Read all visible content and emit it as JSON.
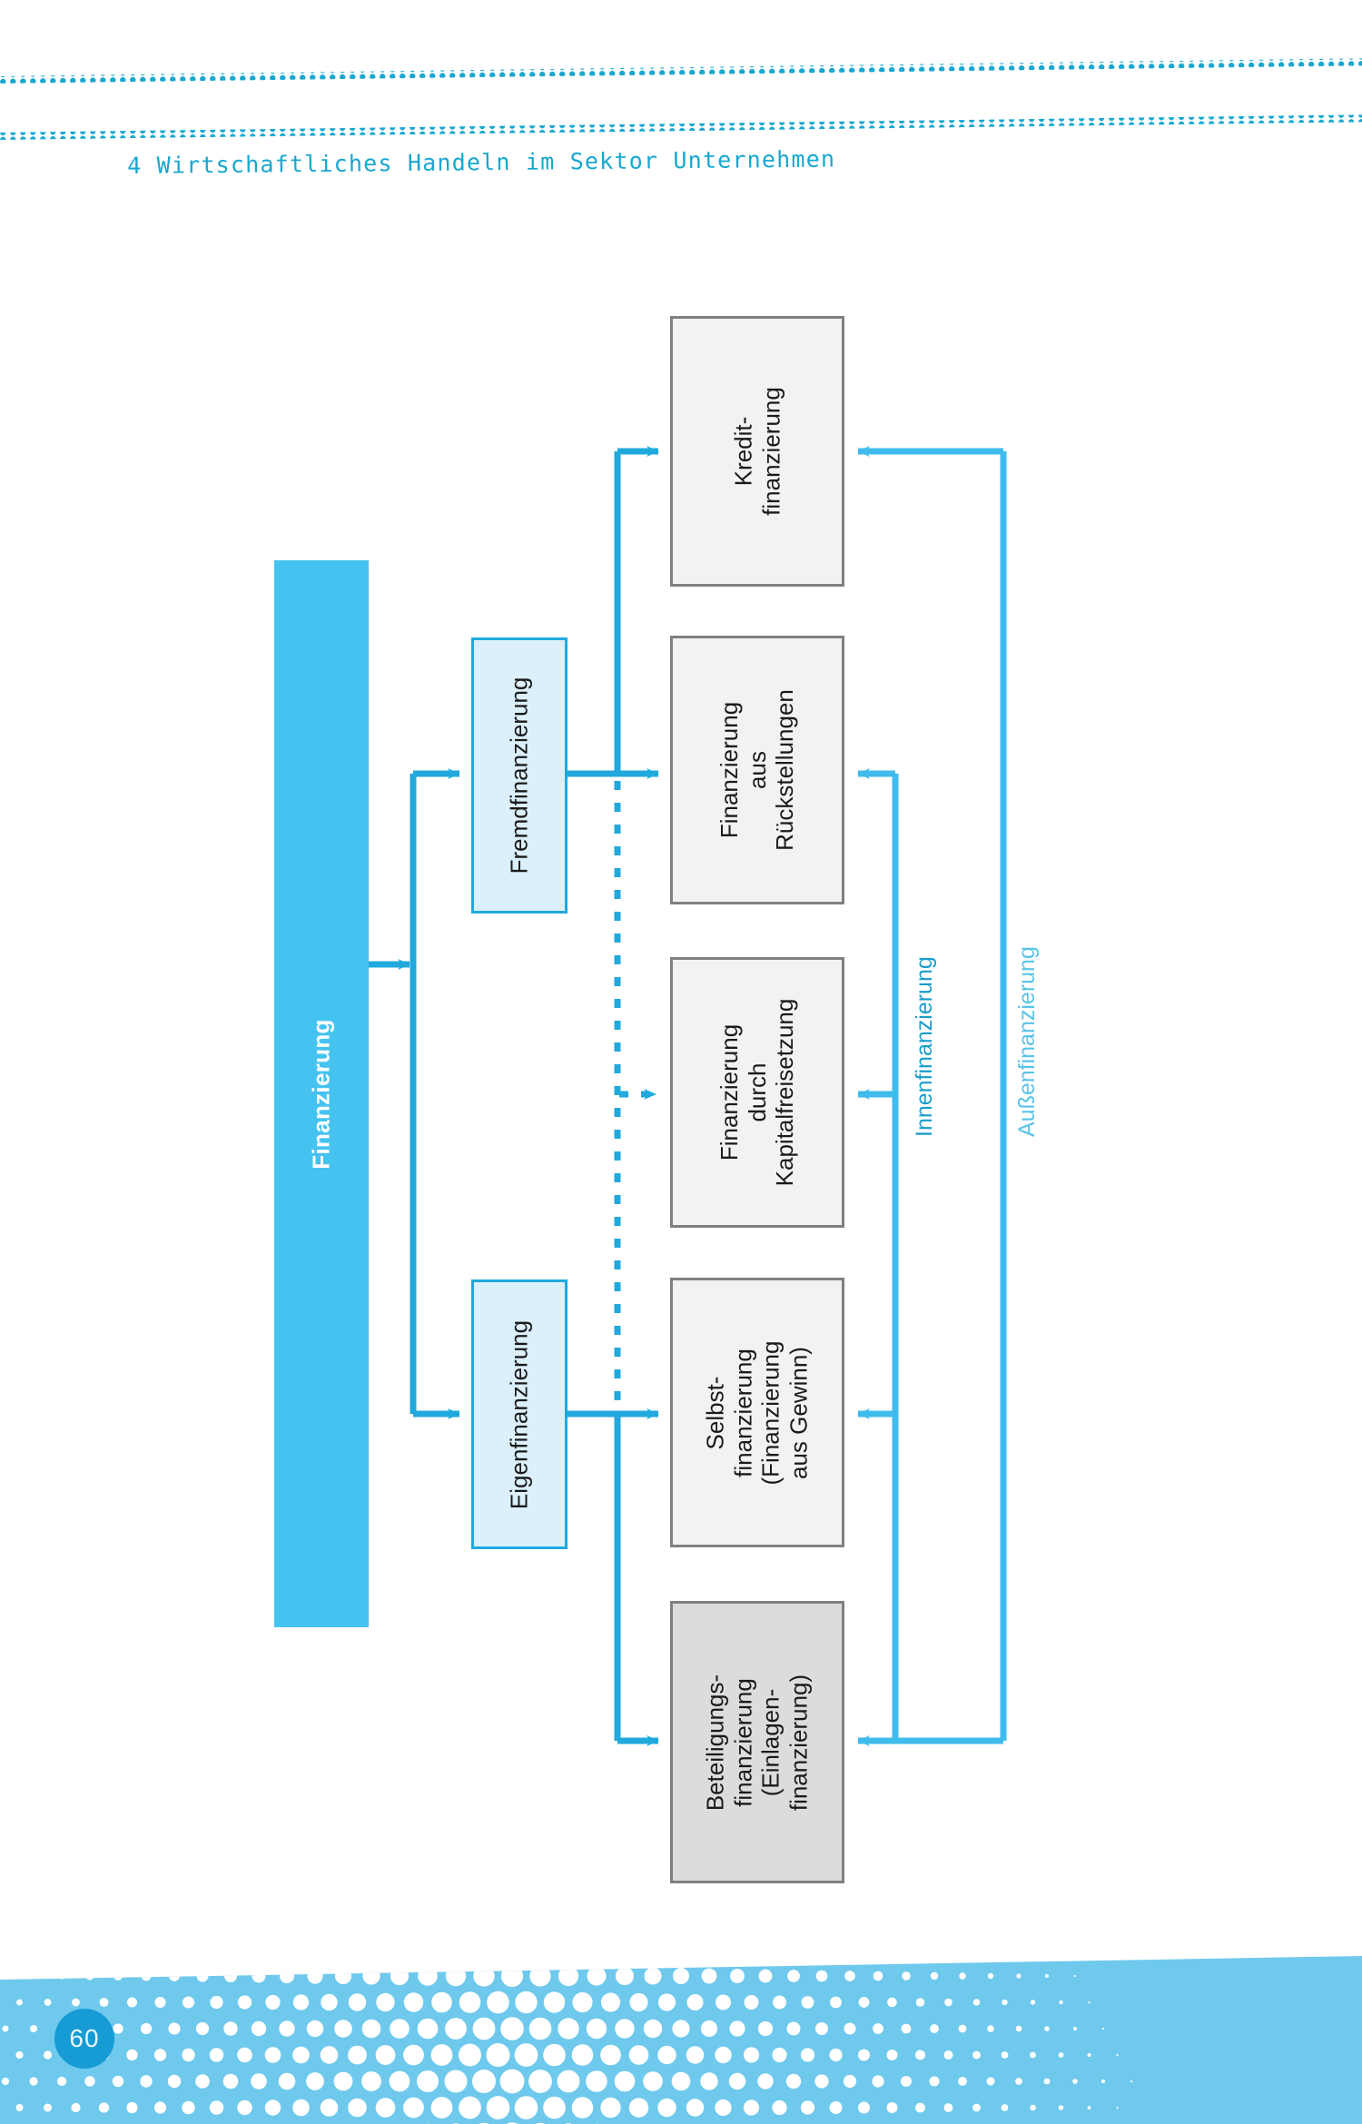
{
  "header": {
    "chapter_title": "4 Wirtschaftliches Handeln im Sektor Unternehmen",
    "rule_color": "#18A7CF"
  },
  "colors": {
    "primary_blue": "#45C3F0",
    "line_blue": "#21A9DD",
    "innen_label": "#1B9CC8",
    "aussen_label": "#5BC3E8",
    "box_gray_fill": "#F2F2F2",
    "box_gray_fill_dark": "#DCDCDC",
    "box_gray_border": "#808080",
    "mid_box_fill": "#DCF0FB",
    "page_circle": "#169BD5",
    "footer_band": "#6FC9EC"
  },
  "diagram": {
    "root": {
      "label": "Finanzierung"
    },
    "branches": [
      {
        "id": "fremd",
        "label": "Fremdfinanzierung"
      },
      {
        "id": "eigen",
        "label": "Eigenfinanzierung"
      }
    ],
    "leaves": [
      {
        "id": "kredit",
        "lines": [
          "Kredit-",
          "finanzierung"
        ]
      },
      {
        "id": "rueckstellungen",
        "lines": [
          "Finanzierung",
          "aus",
          "Rückstellungen"
        ]
      },
      {
        "id": "kapitalfreisetzung",
        "lines": [
          "Finanzierung",
          "durch",
          "Kapitalfreisetzung"
        ]
      },
      {
        "id": "selbstfinanzierung",
        "lines": [
          "Selbst-",
          "finanzierung",
          "(Finanzierung",
          "aus Gewinn)"
        ]
      },
      {
        "id": "beteiligungsfinanzierung",
        "lines": [
          "Beteiligungs-",
          "finanzierung",
          "(Einlagen-",
          "finanzierung)"
        ]
      }
    ],
    "side_labels": [
      {
        "id": "innen",
        "label": "Innenfinanzierung"
      },
      {
        "id": "aussen",
        "label": "Außenfinanzierung"
      }
    ]
  },
  "footer": {
    "page_number": "60"
  }
}
